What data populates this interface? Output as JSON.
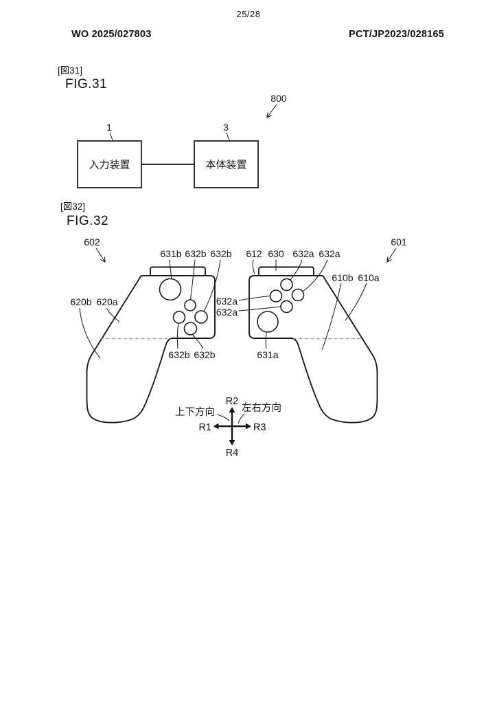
{
  "header": {
    "page_number": "25/28",
    "publication_number": "WO 2025/027803",
    "application_number": "PCT/JP2023/028165"
  },
  "fig31": {
    "tag": "[図31]",
    "title": "FIG.31",
    "system_ref": "800",
    "input_box": {
      "ref": "1",
      "label": "入力装置"
    },
    "main_box": {
      "ref": "3",
      "label": "本体装置"
    }
  },
  "fig32": {
    "tag": "[図32]",
    "title": "FIG.32",
    "left_controller_ref": "602",
    "right_controller_ref": "601",
    "labels": {
      "stick_left": "631b",
      "btn_left_top": "632b",
      "btn_left_right": "632b",
      "btn_left_left": "632b",
      "btn_left_bottom": "632b",
      "cap_corner": "612",
      "cap": "630",
      "btn_right_top": "632a",
      "btn_right_right": "632a",
      "btn_right_left": "632a",
      "btn_right_bottom": "632a",
      "stick_right": "631a",
      "housing_right_b": "610b",
      "housing_right_a": "610a",
      "housing_left_b": "620b",
      "housing_left_a": "620a"
    },
    "axis": {
      "up": "R2",
      "down": "R4",
      "left": "R1",
      "right": "R3",
      "vertical": "上下方向",
      "horizontal": "左右方向"
    }
  }
}
